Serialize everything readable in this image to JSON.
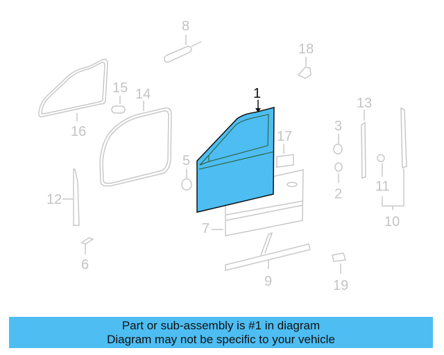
{
  "diagram": {
    "highlight_color": "#4dbdf2",
    "part_color": "#c4c4c4",
    "callouts": [
      {
        "id": "1",
        "label": "1",
        "highlighted": true
      },
      {
        "id": "2",
        "label": "2"
      },
      {
        "id": "3",
        "label": "3"
      },
      {
        "id": "5",
        "label": "5"
      },
      {
        "id": "6",
        "label": "6"
      },
      {
        "id": "7",
        "label": "7"
      },
      {
        "id": "8",
        "label": "8"
      },
      {
        "id": "9",
        "label": "9"
      },
      {
        "id": "10",
        "label": "10"
      },
      {
        "id": "11",
        "label": "11"
      },
      {
        "id": "12",
        "label": "12"
      },
      {
        "id": "13",
        "label": "13"
      },
      {
        "id": "14",
        "label": "14"
      },
      {
        "id": "15",
        "label": "15"
      },
      {
        "id": "16",
        "label": "16"
      },
      {
        "id": "17",
        "label": "17"
      },
      {
        "id": "18",
        "label": "18"
      },
      {
        "id": "19",
        "label": "19"
      }
    ]
  },
  "banner": {
    "line1": "Part or sub-assembly is #1 in diagram",
    "line2": "Diagram may not be specific to your vehicle",
    "color": "#4dbdf2"
  }
}
